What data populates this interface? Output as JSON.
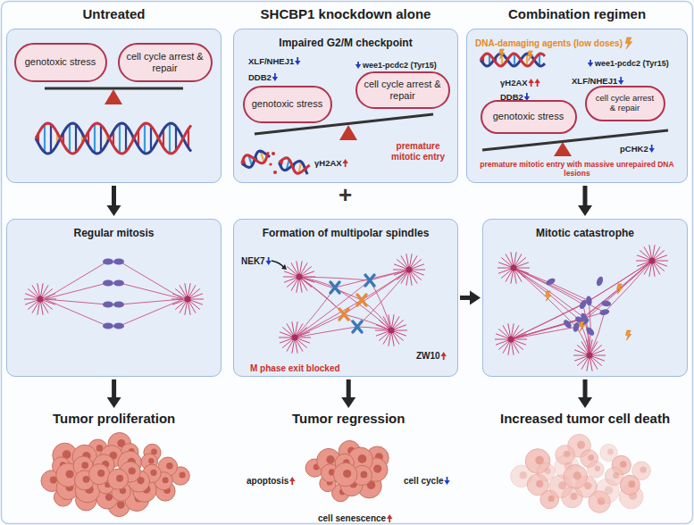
{
  "diagram": {
    "nodes": [
      {
        "text": [
          "Untreated"
        ]
      },
      {
        "text": [
          "genotoxic stress"
        ],
        "in": 0
      },
      {
        "text": [
          "cell cycle arrest & repair"
        ],
        "in": 0
      },
      {
        "text": [
          "SHCBP1 knockdown alone",
          "Impaired G2/M checkpoint"
        ]
      },
      {
        "text": [
          "genotoxic stress"
        ],
        "in": 3
      },
      {
        "text": [
          "cell cycle arrest & repair"
        ],
        "in": 3
      },
      {
        "text": [
          "Combination regimen",
          "DNA-damaging agents (low doses)"
        ]
      },
      {
        "text": [
          "genotoxic stress"
        ],
        "in": 6
      },
      {
        "text": [
          "cell cycle arrest & repair"
        ],
        "in": 6
      },
      {
        "text": [
          "Regular mitosis"
        ]
      },
      {
        "text": [
          "Formation of multipolar spindles"
        ]
      },
      {
        "text": [
          "Mitotic catastrophe"
        ]
      },
      {
        "text": [
          "Tumor proliferation"
        ]
      },
      {
        "text": [
          "Tumor regression"
        ]
      },
      {
        "text": [
          "Increased tumor cell death"
        ]
      }
    ],
    "edges": [
      {
        "from": 0,
        "to": 9,
        "arrow": "to"
      },
      {
        "from": 6,
        "to": 11,
        "arrow": "to"
      },
      {
        "from": 10,
        "to": 11,
        "arrow": "to"
      },
      {
        "from": 9,
        "to": 12,
        "arrow": "to"
      },
      {
        "from": 10,
        "to": 13,
        "arrow": "to"
      },
      {
        "from": 11,
        "to": 14,
        "arrow": "to"
      }
    ],
    "labels": [
      "XLF/NHEJ1",
      "DDB2",
      "wee1-pcdc2 (Tyr15)",
      "γH2AX",
      "premature mitotic entry",
      "γH2AX",
      "wee1-pcdc2 (Tyr15)",
      "XLF/NHEJ1",
      "DDB2",
      "pCHK2",
      "premature mitotic entry with massive unrepaired DNA lesions",
      "+",
      "NEK7",
      "ZW10",
      "M phase exit blocked",
      "apoptosis",
      "cell cycle",
      "cell senescence"
    ]
  }
}
